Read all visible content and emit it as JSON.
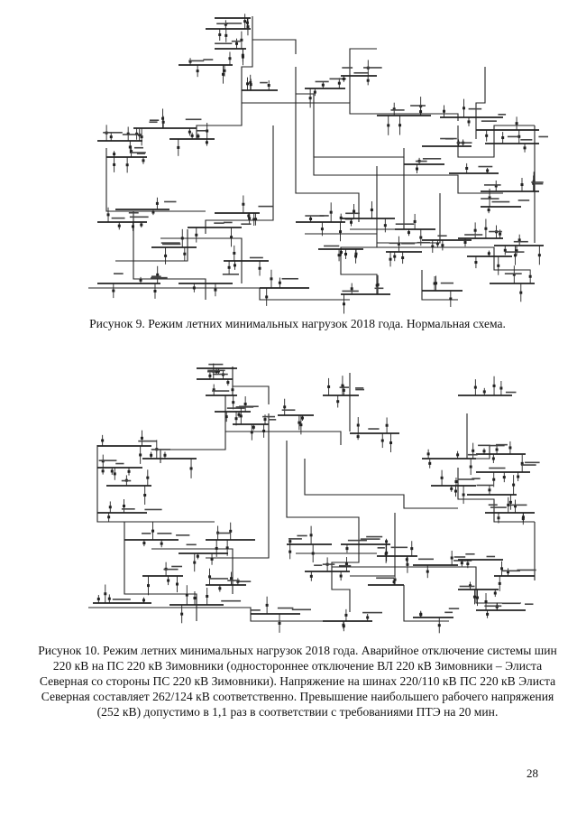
{
  "figures": [
    {
      "caption": "Рисунок 9. Режим летних минимальных нагрузок 2018 года. Нормальная схема."
    },
    {
      "caption_lines": [
        "Рисунок 10. Режим летних минимальных нагрузок 2018 года. Аварийное отключение системы шин",
        "220 кВ на ПС 220 кВ Зимовники (одностороннее отключение ВЛ 220 кВ Зимовники – Элиста",
        "Северная со стороны ПС 220 кВ Зимовники). Напряжение на шинах 220/110 кВ ПС 220 кВ Элиста",
        "Северная составляет 262/124 кВ соответственно. Превышение наибольшего рабочего напряжения",
        "(252 кВ) допустимо в 1,1 раз в соответствии с требованиями ПТЭ на 20 мин."
      ]
    }
  ],
  "page_number": "28"
}
